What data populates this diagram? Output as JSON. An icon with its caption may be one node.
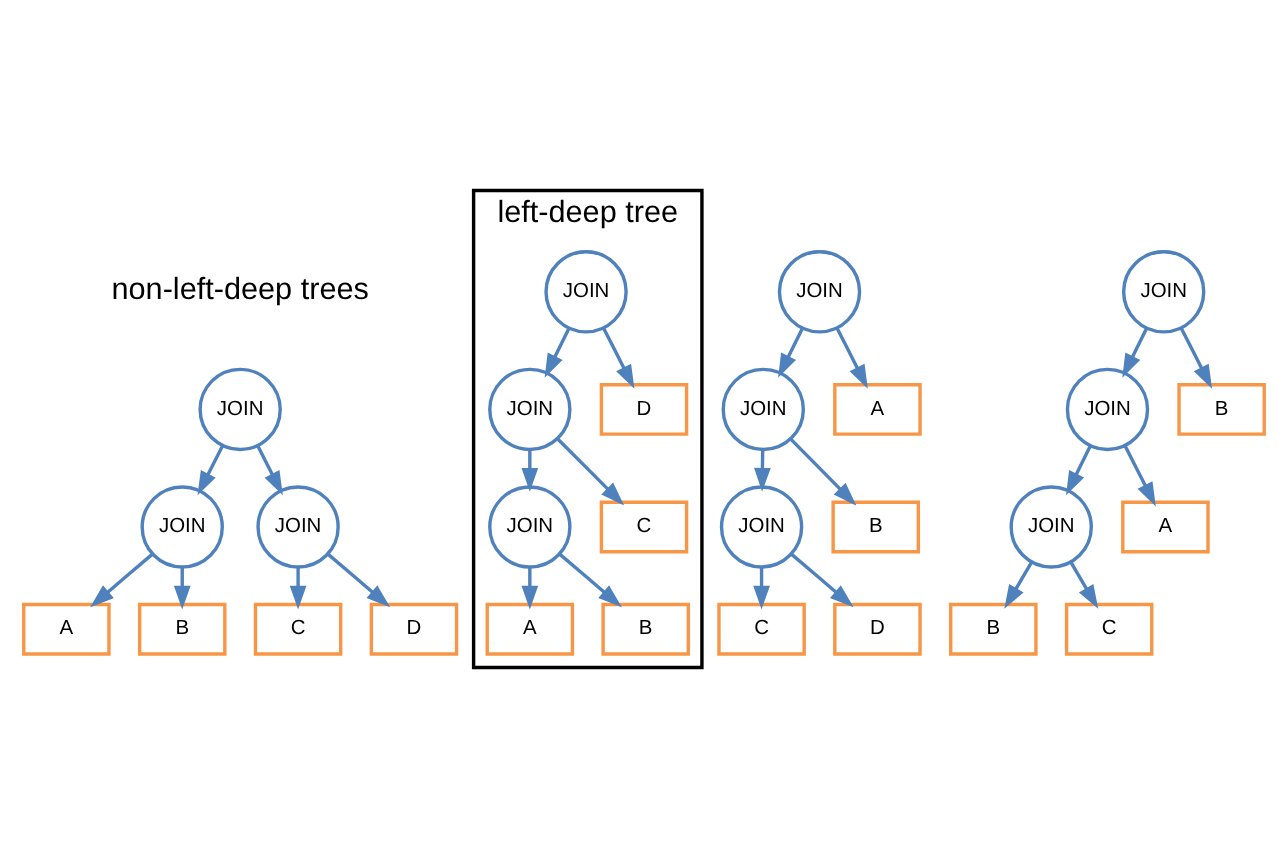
{
  "diagram": {
    "nodes": [
      {
        "text": [
          "JOIN"
        ]
      },
      {
        "text": [
          "JOIN"
        ]
      },
      {
        "text": [
          "JOIN"
        ]
      },
      {
        "text": [
          "A"
        ]
      },
      {
        "text": [
          "B"
        ]
      },
      {
        "text": [
          "C"
        ]
      },
      {
        "text": [
          "D"
        ]
      },
      {
        "text": [
          "left-deep tree"
        ]
      },
      {
        "text": [
          "JOIN"
        ],
        "in": 7
      },
      {
        "text": [
          "JOIN"
        ],
        "in": 7
      },
      {
        "text": [
          "JOIN"
        ],
        "in": 7
      },
      {
        "text": [
          "A"
        ],
        "in": 7
      },
      {
        "text": [
          "B"
        ],
        "in": 7
      },
      {
        "text": [
          "C"
        ],
        "in": 7
      },
      {
        "text": [
          "D"
        ],
        "in": 7
      },
      {
        "text": [
          "JOIN"
        ]
      },
      {
        "text": [
          "JOIN"
        ]
      },
      {
        "text": [
          "JOIN"
        ]
      },
      {
        "text": [
          "A"
        ]
      },
      {
        "text": [
          "B"
        ]
      },
      {
        "text": [
          "C"
        ]
      },
      {
        "text": [
          "D"
        ]
      },
      {
        "text": [
          "JOIN"
        ]
      },
      {
        "text": [
          "JOIN"
        ]
      },
      {
        "text": [
          "JOIN"
        ]
      },
      {
        "text": [
          "A"
        ]
      },
      {
        "text": [
          "B"
        ]
      },
      {
        "text": [
          "C"
        ]
      },
      {
        "text": [
          "B"
        ]
      }
    ],
    "edges": [
      {
        "from": 0,
        "to": 1,
        "arrow": "to"
      },
      {
        "from": 0,
        "to": 2,
        "arrow": "to"
      },
      {
        "from": 1,
        "to": 3,
        "arrow": "to"
      },
      {
        "from": 1,
        "to": 4,
        "arrow": "to"
      },
      {
        "from": 2,
        "to": 5,
        "arrow": "to"
      },
      {
        "from": 2,
        "to": 6,
        "arrow": "to"
      },
      {
        "from": 8,
        "to": 9,
        "arrow": "to"
      },
      {
        "from": 8,
        "to": 14,
        "arrow": "to"
      },
      {
        "from": 9,
        "to": 10,
        "arrow": "to"
      },
      {
        "from": 9,
        "to": 13,
        "arrow": "to"
      },
      {
        "from": 10,
        "to": 11,
        "arrow": "to"
      },
      {
        "from": 10,
        "to": 12,
        "arrow": "to"
      },
      {
        "from": 15,
        "to": 18,
        "arrow": "to"
      },
      {
        "from": 15,
        "to": 16,
        "arrow": "to"
      },
      {
        "from": 16,
        "to": 19,
        "arrow": "to"
      },
      {
        "from": 16,
        "to": 17,
        "arrow": "to"
      },
      {
        "from": 17,
        "to": 20,
        "arrow": "to"
      },
      {
        "from": 17,
        "to": 21,
        "arrow": "to"
      },
      {
        "from": 22,
        "to": 23,
        "arrow": "to"
      },
      {
        "from": 22,
        "to": 28,
        "arrow": "to"
      },
      {
        "from": 23,
        "to": 25,
        "arrow": "to"
      },
      {
        "from": 23,
        "to": 24,
        "arrow": "to"
      },
      {
        "from": 24,
        "to": 26,
        "arrow": "to"
      },
      {
        "from": 24,
        "to": 27,
        "arrow": "to"
      }
    ],
    "labels": [
      "non-left-deep trees"
    ]
  }
}
